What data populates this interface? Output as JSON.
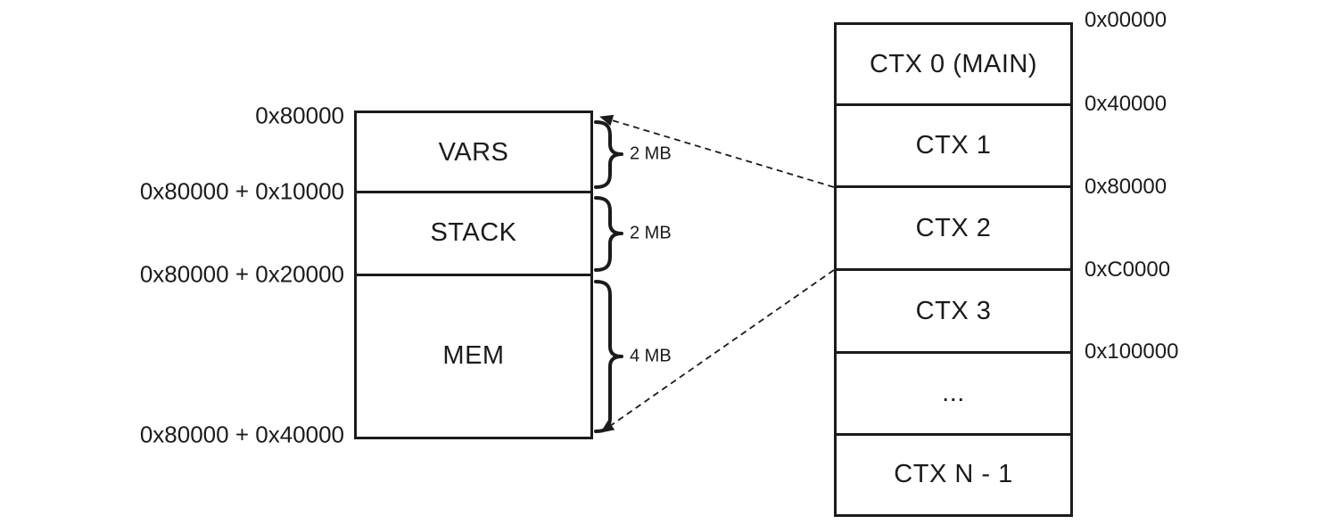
{
  "colors": {
    "line": "#1b1b1b",
    "text": "#1b1b1b",
    "background": "#ffffff"
  },
  "detail_view": {
    "address_labels": [
      "0x80000",
      "0x80000 + 0x10000",
      "0x80000 + 0x20000",
      "0x80000 + 0x40000"
    ],
    "sections": [
      {
        "label": "VARS",
        "size": "2 MB"
      },
      {
        "label": "STACK",
        "size": "2 MB"
      },
      {
        "label": "MEM",
        "size": "4 MB"
      }
    ]
  },
  "overview": {
    "rows": [
      "CTX 0 (MAIN)",
      "CTX 1",
      "CTX 2",
      "CTX 3",
      "...",
      "CTX N - 1"
    ],
    "address_labels": [
      "0x00000",
      "0x40000",
      "0x80000",
      "0xC0000",
      "0x100000"
    ]
  }
}
